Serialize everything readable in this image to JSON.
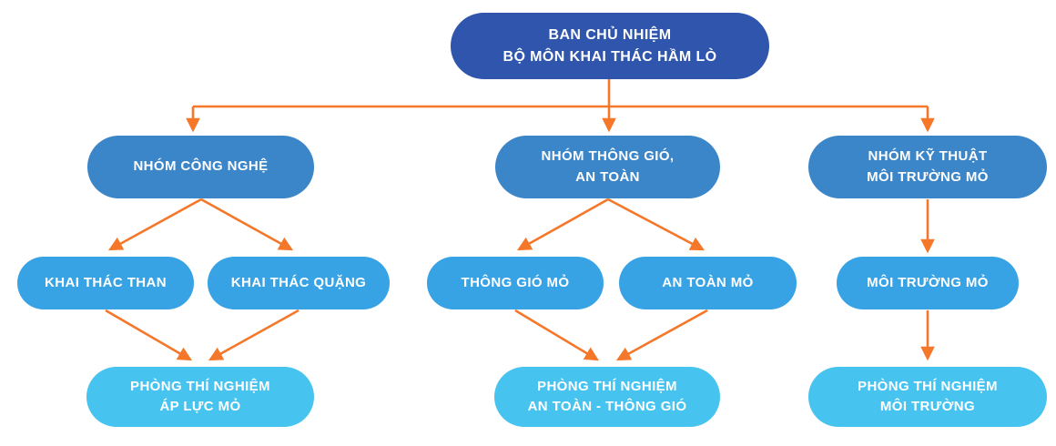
{
  "diagram": {
    "root": {
      "line1": "BAN CHỦ NHIỆM",
      "line2": "BỘ MÔN KHAI THÁC HẦM LÒ"
    },
    "groups": [
      {
        "line1": "NHÓM CÔNG NGHỆ",
        "line2": ""
      },
      {
        "line1": "NHÓM THÔNG GIÓ,",
        "line2": "AN TOÀN"
      },
      {
        "line1": "NHÓM KỸ THUẬT",
        "line2": "MÔI TRƯỜNG MỎ"
      }
    ],
    "units": [
      {
        "label": "KHAI THÁC THAN"
      },
      {
        "label": "KHAI THÁC QUẶNG"
      },
      {
        "label": "THÔNG GIÓ MỎ"
      },
      {
        "label": "AN TOÀN MỎ"
      },
      {
        "label": "MÔI TRƯỜNG MỎ"
      }
    ],
    "labs": [
      {
        "line1": "PHÒNG THÍ NGHIỆM",
        "line2": "ÁP LỰC MỎ"
      },
      {
        "line1": "PHÒNG THÍ NGHIỆM",
        "line2": "AN TOÀN - THÔNG GIÓ"
      },
      {
        "line1": "PHÒNG THÍ NGHIỆM",
        "line2": "MÔI TRƯỜNG"
      }
    ],
    "colors": {
      "root_fill": "#2f55ad",
      "group_fill": "#3b85c9",
      "unit_fill": "#37a3e4",
      "lab_fill": "#47c3f0",
      "arrow": "#f4772a",
      "text": "#ffffff"
    }
  }
}
